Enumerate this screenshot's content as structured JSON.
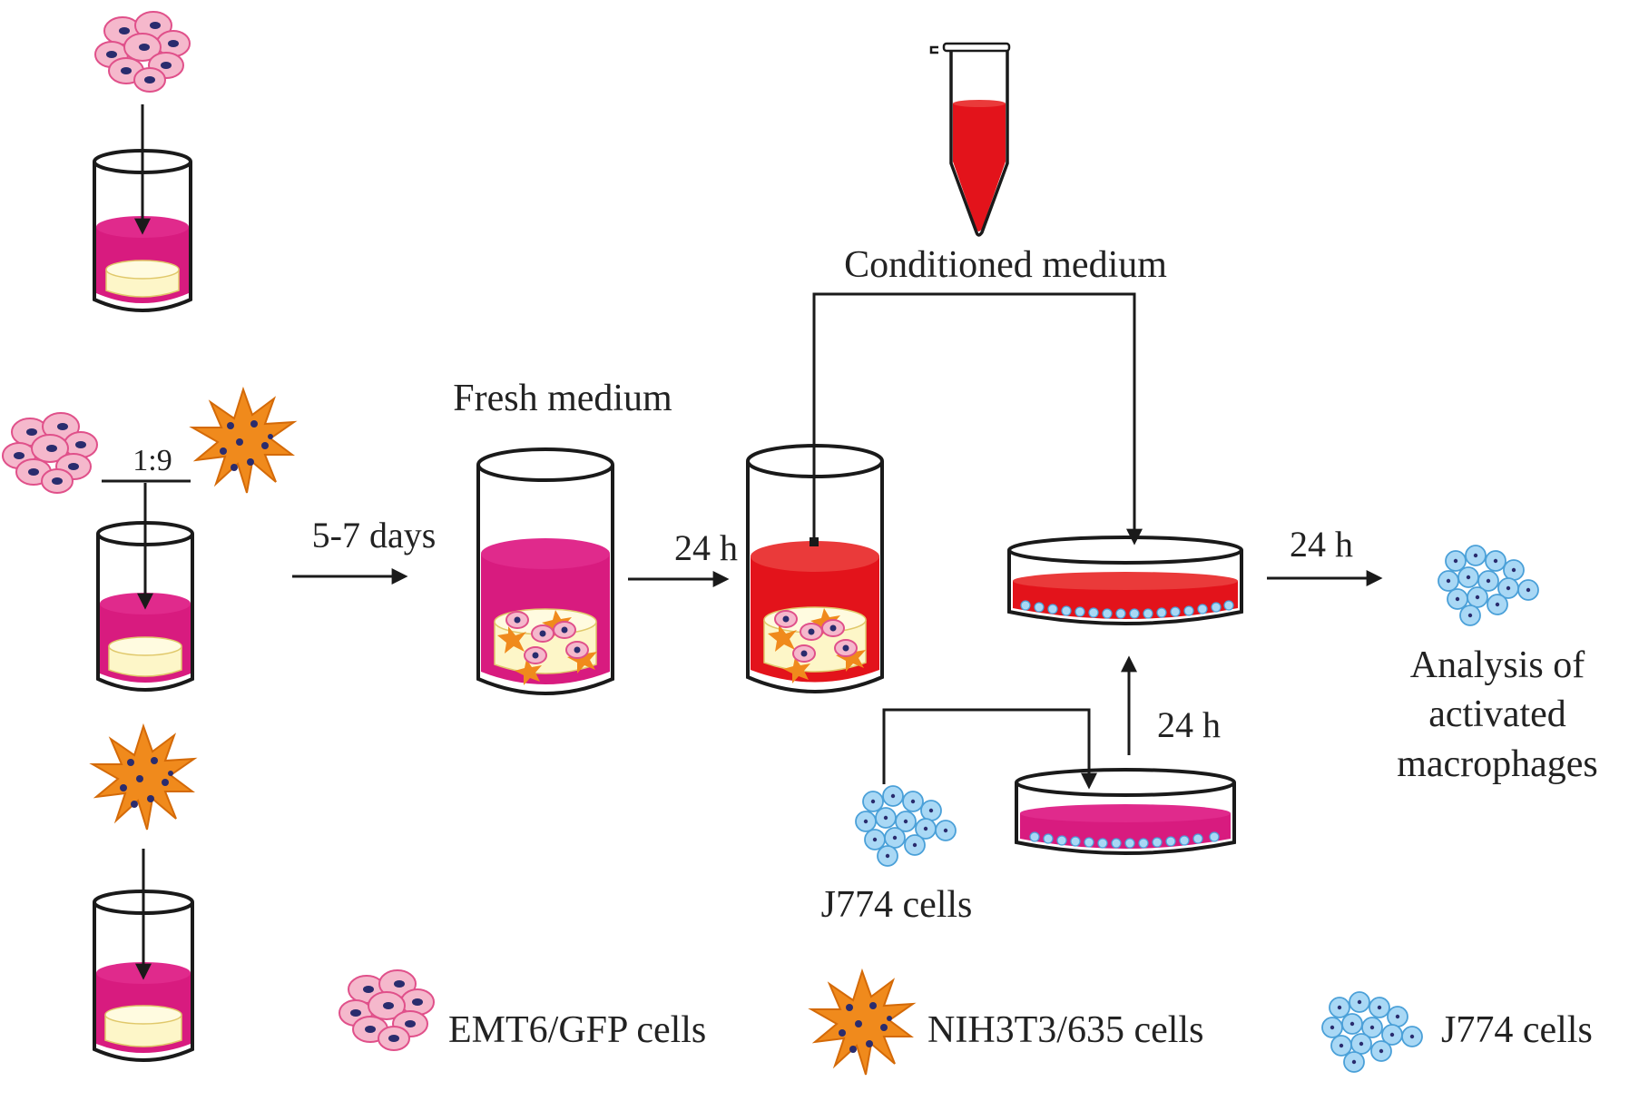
{
  "labels": {
    "conditioned_medium": "Conditioned medium",
    "fresh_medium": "Fresh medium",
    "ratio": "1:9",
    "days": "5-7 days",
    "h1": "24 h",
    "h2": "24 h",
    "h3": "24 h",
    "analysis_lines": [
      "Analysis of",
      "activated",
      "macrophages"
    ],
    "j774_cells": "J774 cells"
  },
  "legend": [
    {
      "label": "EMT6/GFP cells",
      "icon": "emt6-cells-icon"
    },
    {
      "label": "NIH3T3/635 cells",
      "icon": "nih3t3-cells-icon"
    },
    {
      "label": "J774 cells",
      "icon": "j774-cells-icon"
    }
  ],
  "colors": {
    "magenta_medium": "#d81b7f",
    "red_medium": "#e3131b",
    "gel_disc": "#fdf6c8",
    "emt6_cell": "#f5b8cc",
    "emt6_outline": "#e0508a",
    "nucleus": "#2a2c6e",
    "fibroblast": "#f08a1c",
    "j774_cell": "#a9d8f5",
    "j774_outline": "#4aa0d8",
    "line": "#1a1a1a"
  }
}
